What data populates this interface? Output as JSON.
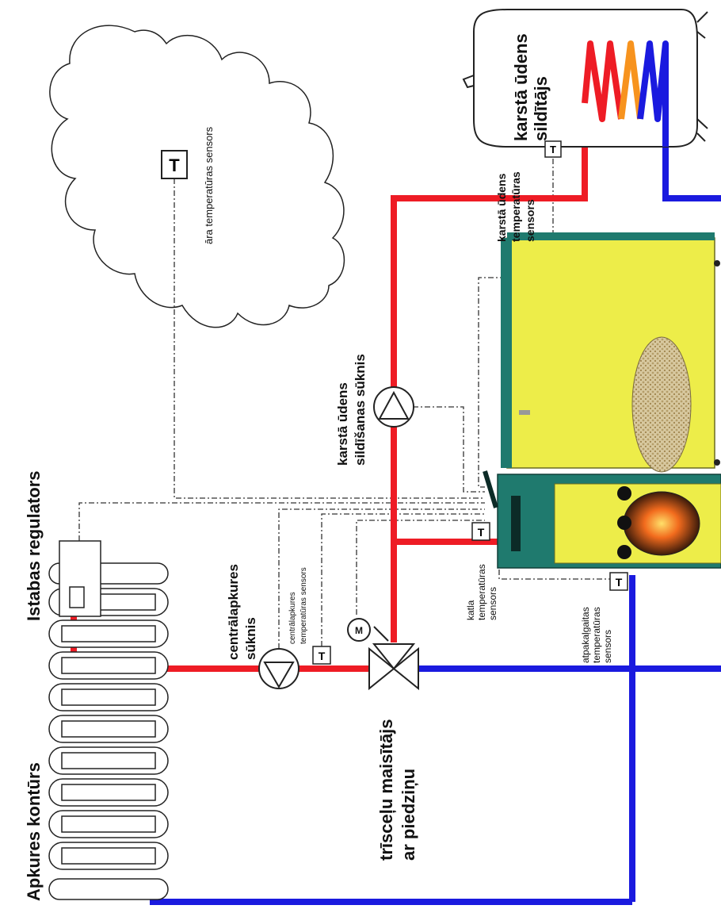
{
  "labels": {
    "apkures_konturs": "Apkures kontūrs",
    "istabas_regulators": "Istabas regulators",
    "centralapkures_suknis": [
      "centrālapkures",
      "sūknis"
    ],
    "centralapkures_sensors": [
      "centrālapkures",
      "temperatūras sensors"
    ],
    "triscelu_maisitajs": [
      "trīsceļu maisītājs",
      "ar piedziņu"
    ],
    "katla_sensors": [
      "katla",
      "temperatūras",
      "sensors"
    ],
    "atpakalgaitas_sensors": [
      "atpakaļgaitas",
      "temperatūras",
      "sensors"
    ],
    "karsta_udens_suknis": [
      "karstā ūdens",
      "sildīšanas sūknis"
    ],
    "karsta_udens_sensors": [
      "karstā ūdens",
      "temperatūras",
      "sensors"
    ],
    "karsta_udens_sildtajs": [
      "karstā ūdens",
      "sildītājs"
    ],
    "ara_sensors": "āra temperatūras sensors"
  },
  "symbols": {
    "sensor_letter": "T",
    "motor_letter": "M"
  },
  "colors": {
    "supply": "#ee1c25",
    "return": "#1a1adf",
    "coil_orange": "#f7931e",
    "boiler_yellow": "#eded49",
    "boiler_teal": "#1f7a6e",
    "fire": "#f26b1d"
  }
}
